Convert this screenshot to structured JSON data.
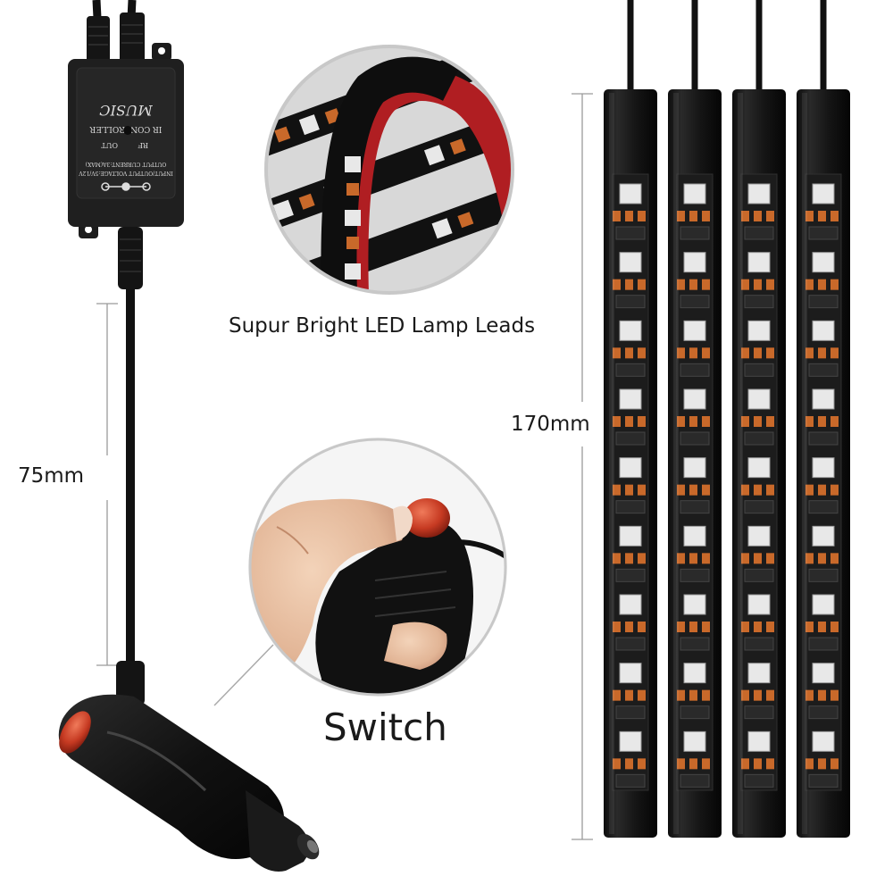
{
  "labels": {
    "leads": "Supur Bright LED Lamp Leads",
    "switch": "Switch",
    "cable_length": "75mm",
    "strip_length": "170mm"
  },
  "controller_box": {
    "lines": [
      "MUSIC",
      "IR CONTROLLER",
      "RF",
      "OUT",
      "INPUT/OUTPUT VOLTAGE:5V/12V",
      "OUTPUT CURRENT:3A(MAX)"
    ]
  },
  "colors": {
    "strip_body": "#1a1a1a",
    "led_face": "#e8e8e8",
    "resistor_orange": "#c9692a",
    "switch_red": "#c63a22",
    "seal_red": "#b01e22"
  },
  "counts": {
    "light_bars": 4,
    "leds_per_bar": 9
  }
}
